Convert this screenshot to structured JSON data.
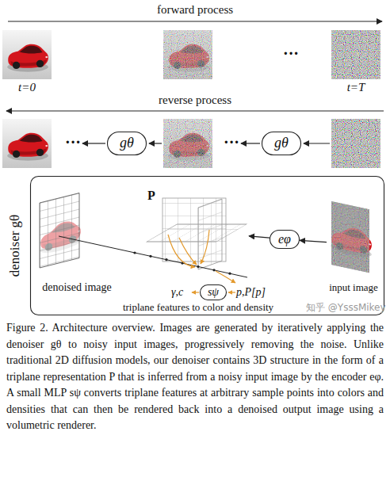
{
  "diagram": {
    "caption": "Figure 2. Architecture overview. Images are generated by iteratively applying the denoiser gθ to noisy input images, progressively removing the noise. Unlike traditional 2D diffusion models, our denoiser contains 3D structure in the form of a triplane representation P that is inferred from a noisy input image by the encoder eφ. A small MLP sψ converts triplane features at arbitrary sample points into colors and densities that can then be rendered back into a denoised output image using a volumetric renderer.",
    "nodes": [
      {
        "text": [
          "gθ"
        ]
      },
      {
        "text": [
          "gθ"
        ]
      },
      {
        "text": [
          "denoiser gθ"
        ]
      },
      {
        "text": [
          "denoised image"
        ],
        "in": 2
      },
      {
        "text": [
          "P"
        ],
        "in": 2
      },
      {
        "text": [
          "eφ"
        ],
        "in": 2
      },
      {
        "text": [
          "input image"
        ],
        "in": 2
      },
      {
        "text": [
          "sψ"
        ],
        "in": 2
      }
    ],
    "edges": [
      {
        "from": 6,
        "to": 5,
        "arrow": "to"
      },
      {
        "from": 5,
        "to": 4,
        "arrow": "to"
      }
    ],
    "labels": [
      "forward process",
      "t=0",
      "···",
      "t=T",
      "reverse process",
      "···",
      "···",
      "γ,c",
      "p,P[p]",
      "triplane features to color and density",
      "知乎 @YsssMikey"
    ]
  }
}
